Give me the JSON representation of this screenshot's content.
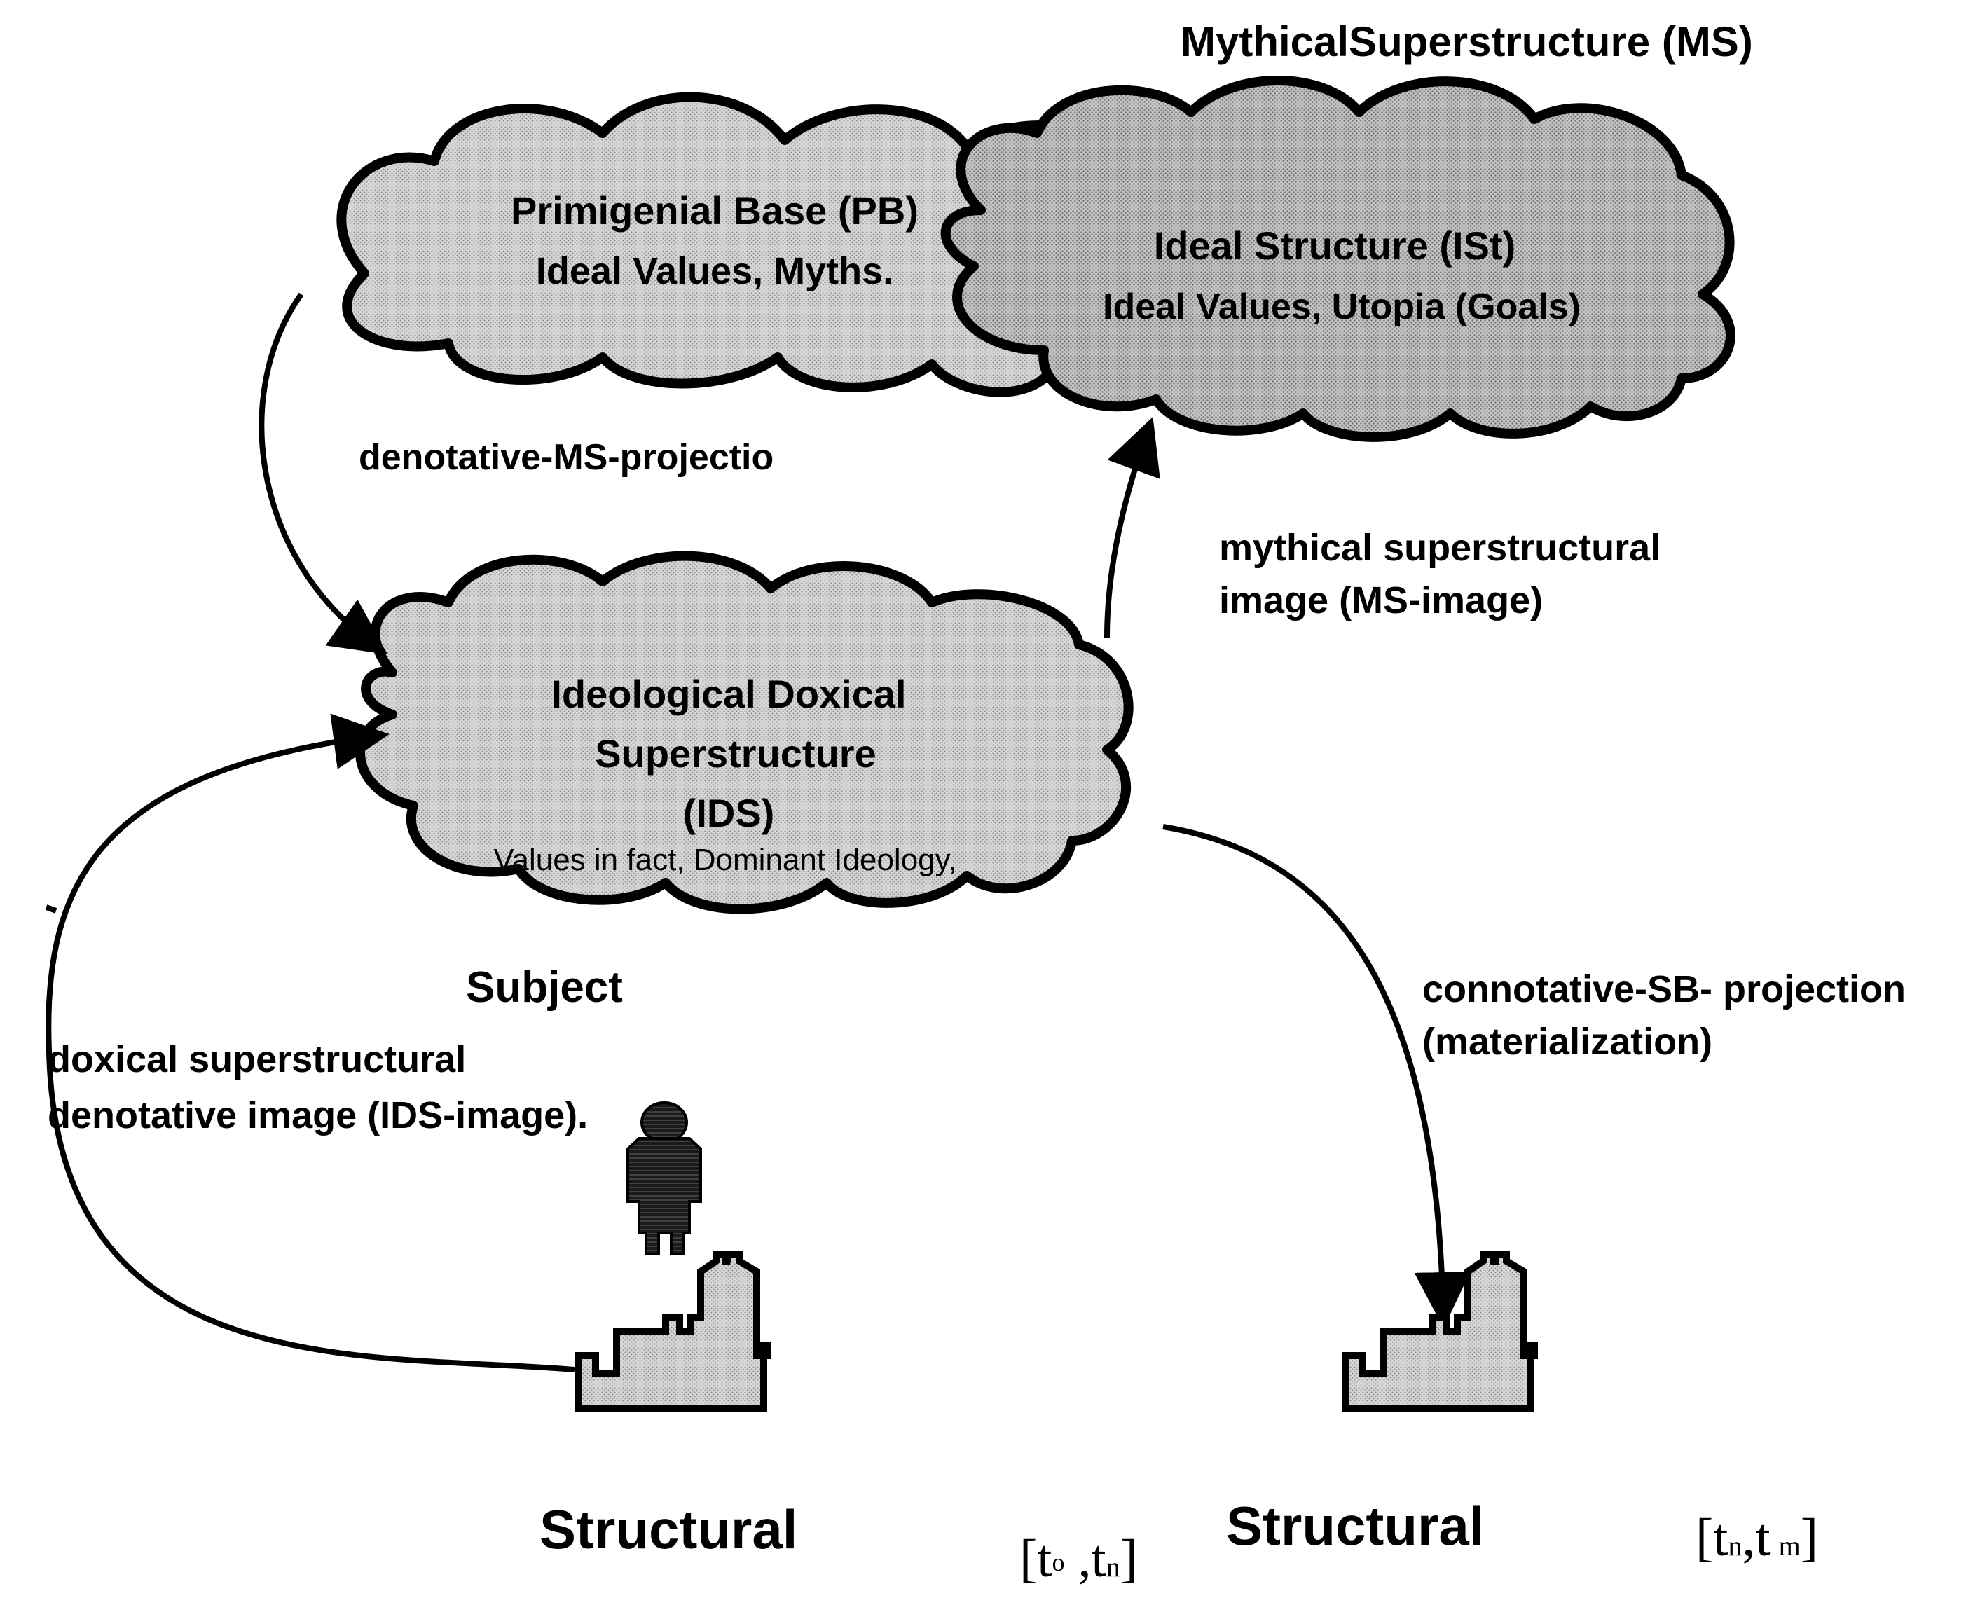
{
  "title": "MythicalSuperstructure (MS)",
  "clouds": {
    "primigenial": {
      "title": "Primigenial Base (PB)",
      "subtitle": "Ideal Values, Myths."
    },
    "ideal": {
      "title": "Ideal Structure (ISt)",
      "subtitle": "Ideal Values, Utopia (Goals)"
    },
    "ideological": {
      "line1": "Ideological Doxical",
      "line2": "Superstructure",
      "line3": "(IDS)",
      "subtitle": "Values in fact, Dominant Ideology,"
    }
  },
  "arrows": {
    "denotative_ms": "denotative-MS-projectio",
    "mythical_image_line1": "mythical superstructural",
    "mythical_image_line2": "image (MS-image)",
    "connotative_line1": "connotative-SB- projection",
    "connotative_line2": "(materialization)",
    "doxical_line1": "doxical superstructural",
    "doxical_line2": "denotative image (IDS-image)."
  },
  "subject": "Subject",
  "structural_left": {
    "label": "Structural",
    "interval_open": "[t",
    "interval_sub1": "o",
    "interval_sep": " ,t",
    "interval_sub2": "n",
    "interval_close": "]"
  },
  "structural_right": {
    "label": "Structural",
    "interval_open": "[t",
    "interval_sub1": "n",
    "interval_sep": ",t",
    "interval_sub2": "m",
    "interval_close": "]"
  },
  "colors": {
    "fill": "#cccccc",
    "fill_dark": "#bdbdbd",
    "stroke": "#000000",
    "person": "#111111"
  }
}
